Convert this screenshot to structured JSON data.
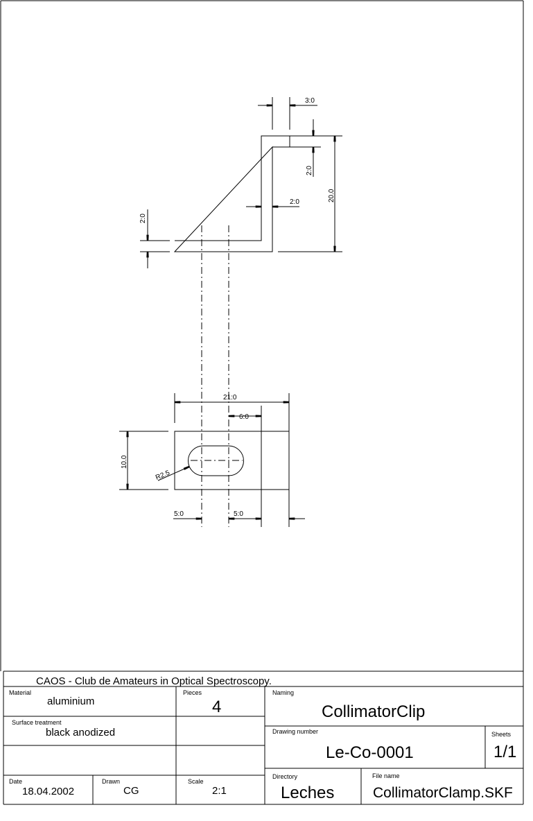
{
  "drawing": {
    "dimensions": {
      "top_width": "3:0",
      "top_flange_thickness": "2:0",
      "height": "20.0",
      "web_thickness": "2:0",
      "base_thickness": "2:0",
      "total_length": "21:0",
      "slot_offset": "6:0",
      "width": "10.0",
      "radius": "R2.5",
      "left_offset": "5:0",
      "slot_length": "5:0"
    }
  },
  "title_block": {
    "organization": "CAOS - Club de Amateurs in Optical Spectroscopy.",
    "material_label": "Material",
    "material": "aluminium",
    "pieces_label": "Pieces",
    "pieces": "4",
    "naming_label": "Naming",
    "naming": "CollimatorClip",
    "surface_label": "Surface treatment",
    "surface": "black anodized",
    "drawing_number_label": "Drawing number",
    "drawing_number": "Le-Co-0001",
    "sheets_label": "Sheets",
    "sheets": "1/1",
    "date_label": "Date",
    "date": "18.04.2002",
    "drawn_label": "Drawn",
    "drawn": "CG",
    "scale_label": "Scale",
    "scale": "2:1",
    "directory_label": "Directory",
    "directory": "Leches",
    "file_name_label": "File name",
    "file_name": "CollimatorClamp.SKF"
  }
}
